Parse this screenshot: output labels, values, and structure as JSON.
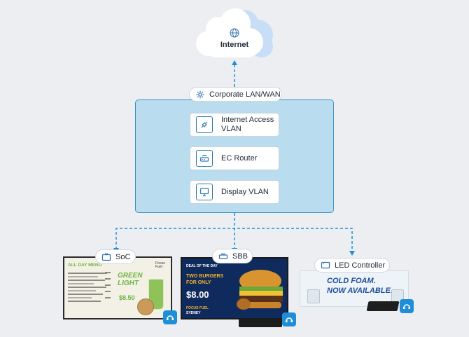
{
  "internet": {
    "label": "Internet"
  },
  "network": {
    "label": "Corporate LAN/WAN"
  },
  "vlan_rows": [
    {
      "label": "Internet Access VLAN",
      "line1": "Internet Access",
      "line2": "VLAN"
    },
    {
      "label": "EC Router"
    },
    {
      "label": "Display VLAN"
    }
  ],
  "devices": [
    {
      "label": "SoC"
    },
    {
      "label": "SBB"
    },
    {
      "label": "LED Controller"
    }
  ],
  "menu_board": {
    "title": "ALL DAY MENU",
    "brand": "Focus Fuel",
    "promo_line1": "GREEN",
    "promo_line2": "LIGHT",
    "price": "$8.50"
  },
  "burger_ad": {
    "tag": "DEAL OF THE DAY",
    "headline1": "TWO BURGERS",
    "headline2": "FOR ONLY",
    "price": "$8.00",
    "brand": "FOCUS FUEL",
    "city": "SYDNEY"
  },
  "led_ad": {
    "line1": "COLD FOAM.",
    "line2": "NOW AVAILABLE."
  },
  "colors": {
    "accent": "#1e8fd6",
    "vlan_fill": "#b9dcef",
    "vlan_border": "#3d8fc1",
    "menu_green": "#6cb43f"
  }
}
